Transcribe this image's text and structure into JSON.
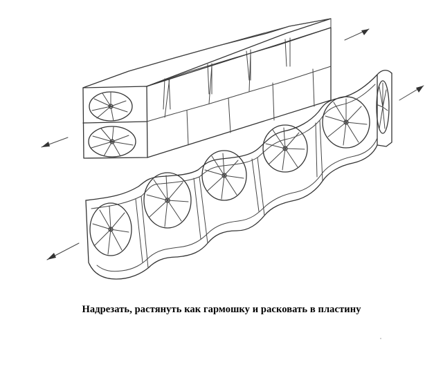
{
  "caption": "Надрезать, растянуть как гармошку и расковать в пластину",
  "colors": {
    "ink": "#333333",
    "background": "#ffffff"
  },
  "figures": [
    {
      "name": "square-bar-with-rosettes",
      "rosettes": 2
    },
    {
      "name": "stretched-accordion-plate",
      "rosettes": 6
    }
  ],
  "icons": [
    "double-arrow-icon"
  ]
}
